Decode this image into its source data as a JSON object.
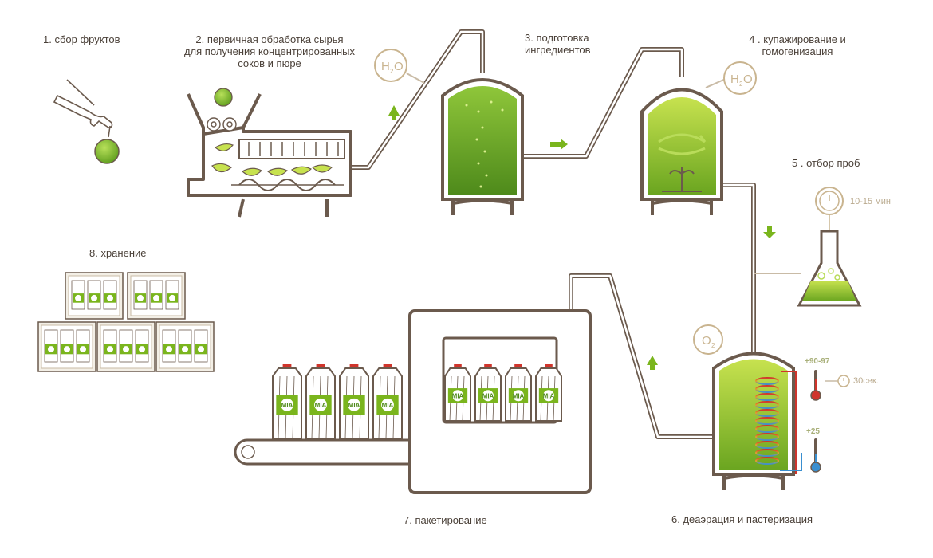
{
  "steps": {
    "s1": "1. сбор фруктов",
    "s2_l1": "2. первичная обработка сырья",
    "s2_l2": "для получения концентрированных",
    "s2_l3": "соков и пюре",
    "s3_l1": "3. подготовка",
    "s3_l2": "ингредиентов",
    "s4_l1": "4 .  купажирование и",
    "s4_l2": "гомогенизация",
    "s5": "5 .   отбор проб",
    "s6": "6. деаэрация и пастеризация",
    "s7": "7. пакетирование",
    "s8": "8. хранение"
  },
  "notes": {
    "sampling_time": "10-15 мин",
    "pasteurization_time": "30сек.",
    "temp_hot": "+90-97",
    "temp_cold": "+25"
  },
  "badges": {
    "water_symbol": "H",
    "water_sub": "2",
    "water_o": "O",
    "oxygen_symbol": "O",
    "oxygen_sub": "2"
  },
  "brand": "MIA",
  "colors": {
    "outline": "#6b5a4d",
    "juice": "#7ab51d",
    "juice_dark": "#4f8a1a",
    "accent_badge": "#c9b48f",
    "hot": "#d0352c",
    "cold": "#3a8fd0"
  }
}
